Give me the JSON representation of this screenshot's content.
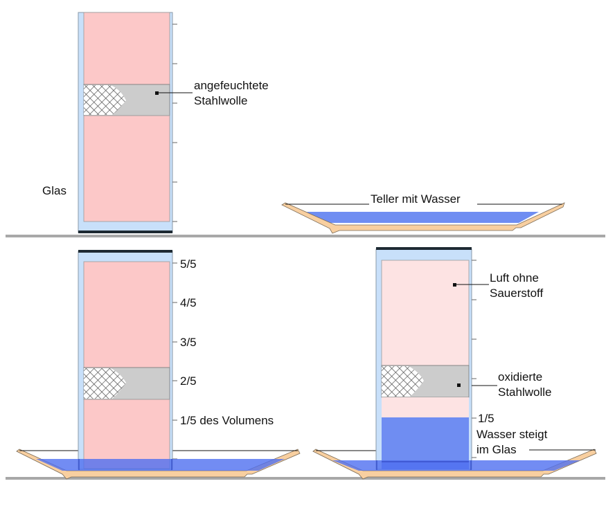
{
  "colors": {
    "glass": "#c8e0fa",
    "glass_edge": "#8a9aa8",
    "air": "#fcc8c8",
    "air_depleted": "#fde3e3",
    "steel_wool_band": "#cccccc",
    "water": "#6f8df2",
    "plate": "#f8cfa0",
    "plate_edge": "#7a6a55",
    "ground": "#a8a8a8",
    "text": "#111111"
  },
  "panels": {
    "setup": {
      "glass_label": "Glas",
      "steel_wool_label_line1": "angefeuchtete",
      "steel_wool_label_line2": "Stahlwolle",
      "plate_label": "Teller mit Wasser"
    },
    "start": {
      "scale_labels": [
        "5/5",
        "4/5",
        "3/5",
        "2/5",
        "1/5 des Volumens"
      ]
    },
    "result": {
      "air_label_line1": "Luft ohne",
      "air_label_line2": "Sauerstoff",
      "steel_wool_label_line1": "oxidierte",
      "steel_wool_label_line2": "Stahlwolle",
      "water_fraction_label": "1/5",
      "water_label_line1": "Wasser steigt",
      "water_label_line2": "im Glas",
      "water_rise_fraction": 0.2
    }
  }
}
